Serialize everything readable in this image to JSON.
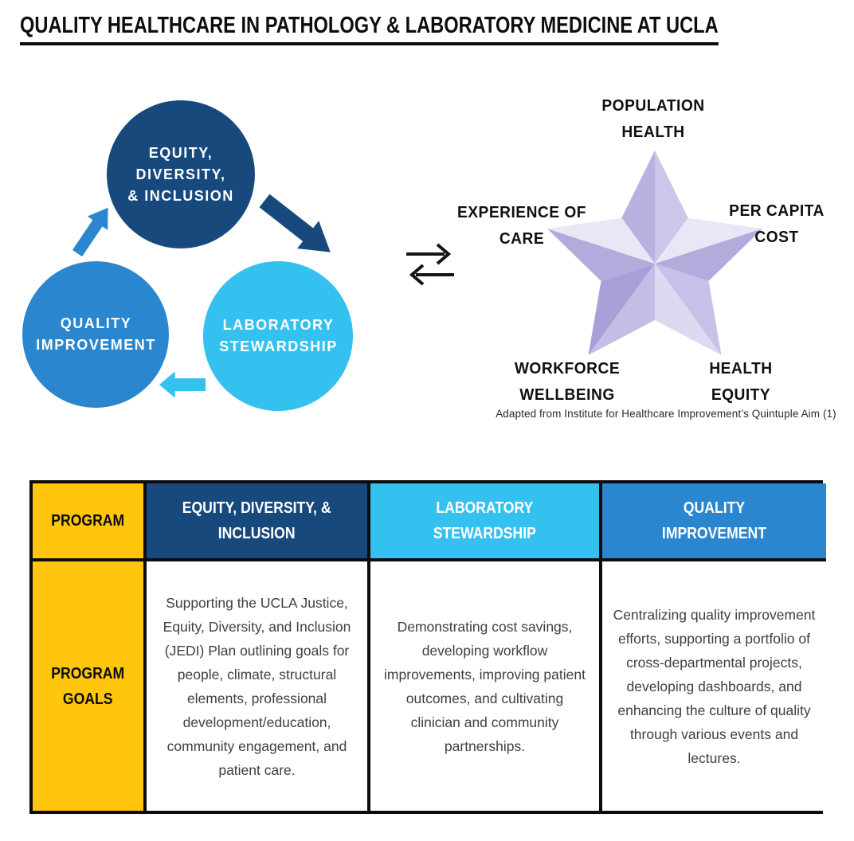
{
  "title": "QUALITY HEALTHCARE IN PATHOLOGY & LABORATORY MEDICINE AT UCLA",
  "colors": {
    "navy": "#17497D",
    "blue": "#2A86CE",
    "cyan": "#35C1EF",
    "gold": "#FFC60D",
    "ink": "#0C0C0C"
  },
  "icons": {
    "exchange_arrows": "⇄"
  },
  "cycle": {
    "circles": [
      {
        "name": "equity-diversity-inclusion",
        "lines": [
          "EQUITY,",
          "DIVERSITY,",
          "& INCLUSION"
        ]
      },
      {
        "name": "quality-improvement",
        "lines": [
          "QUALITY",
          "IMPROVEMENT"
        ]
      },
      {
        "name": "laboratory-stewardship",
        "lines": [
          "LABORATORY",
          "STEWARDSHIP"
        ]
      }
    ]
  },
  "star": {
    "caption": "Adapted from Institute for Healthcare Improvement’s Quintuple Aim (1)",
    "facets": [
      "#B8B2E1",
      "#CCC7EA",
      "#E9E7F6",
      "#B2ABDC",
      "#C6C1E8",
      "#DDD9F1",
      "#C3BEE6",
      "#A8A1D7",
      "#B2ABDC",
      "#E9E7F6"
    ],
    "labels": {
      "population": [
        "POPULATION",
        "HEALTH"
      ],
      "per_capita": [
        "PER CAPITA",
        "COST"
      ],
      "health_equity": [
        "HEALTH",
        "EQUITY"
      ],
      "workforce": [
        "WORKFORCE",
        "WELLBEING"
      ],
      "experience": [
        "EXPERIENCE OF",
        "CARE"
      ]
    }
  },
  "table": {
    "header": [
      {
        "lines": [
          "PROGRAM"
        ]
      },
      {
        "lines": [
          "EQUITY, DIVERSITY, &",
          "INCLUSION"
        ]
      },
      {
        "lines": [
          "LABORATORY",
          "STEWARDSHIP"
        ]
      },
      {
        "lines": [
          "QUALITY",
          "IMPROVEMENT"
        ]
      }
    ],
    "row_label": {
      "lines": [
        "PROGRAM",
        "GOALS"
      ]
    },
    "goals": [
      "Supporting the UCLA Justice, Equity, Diversity, and Inclusion (JEDI) Plan outlining goals for people, climate, structural elements, professional development/education, community engagement, and patient care.",
      "Demonstrating cost savings, developing workflow improvements, improving patient outcomes, and cultivating clinician and community partnerships.",
      "Centralizing quality improvement efforts, supporting a portfolio of cross-departmental projects, developing dashboards, and enhancing the culture of quality through various events and lectures."
    ]
  }
}
